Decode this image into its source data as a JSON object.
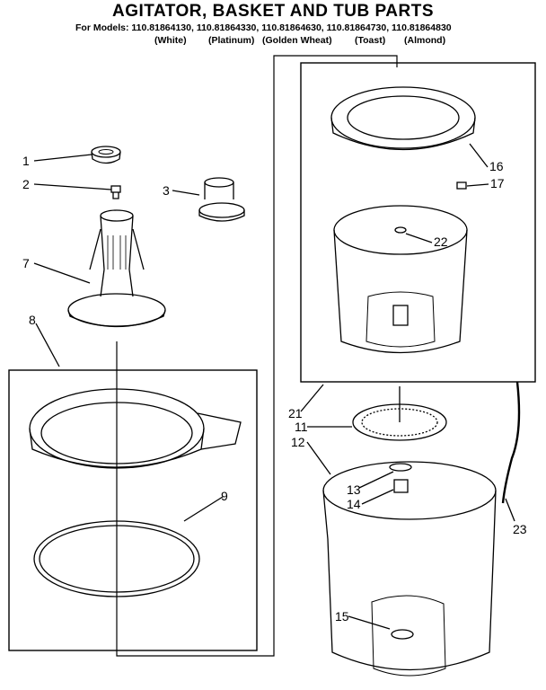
{
  "title": "AGITATOR, BASKET AND TUB PARTS",
  "models_line": "For Models: 110.81864130, 110.81864330, 110.81864630, 110.81864730, 110.81864830",
  "colors": [
    "(White)",
    "(Platinum)",
    "(Golden Wheat)",
    "(Toast)",
    "(Almond)"
  ],
  "callouts": [
    "1",
    "2",
    "3",
    "7",
    "8",
    "9",
    "16",
    "17",
    "22",
    "21",
    "11",
    "12",
    "13",
    "14",
    "15",
    "23"
  ]
}
